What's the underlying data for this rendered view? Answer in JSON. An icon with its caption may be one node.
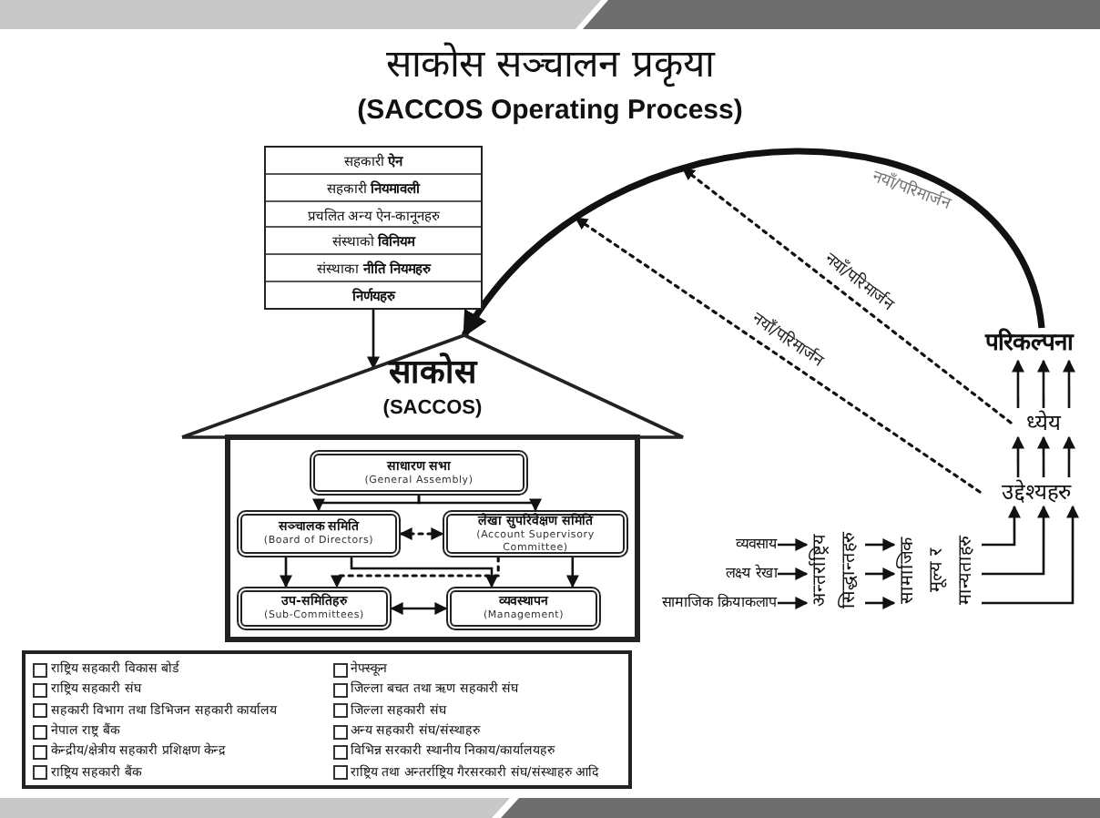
{
  "diagram": {
    "title": "साकोस सञ्चालन प्रकृया",
    "nodes": [
      {
        "text": [
          "सहकारी **ऐन**",
          "सहकारी **नियमावली**",
          "प्रचलित अन्य ऐन-कानूनहरु",
          "संस्थाको **विनियम**",
          "संस्थाका **नीति नियमहरु**",
          "**निर्णयहरु**"
        ]
      },
      {
        "text": [
          "साकोस",
          "(SACCOS)"
        ]
      },
      {
        "text": [
          "साधारण सभा",
          "(General Assembly)"
        ],
        "in": 1
      },
      {
        "text": [
          "सञ्चालक समिति",
          "(Board of Directors)"
        ],
        "in": 1
      },
      {
        "text": [
          "लेखा सुपरिवेक्षण समिति",
          "(Account Supervisory Committee)"
        ],
        "in": 1
      },
      {
        "text": [
          "उप-समितिहरु",
          "(Sub-Committees)"
        ],
        "in": 1
      },
      {
        "text": [
          "व्यवस्थापन",
          "(Management)"
        ],
        "in": 1
      },
      {
        "text": [
          "व्यवसाय"
        ]
      },
      {
        "text": [
          "लक्ष्य रेखा"
        ]
      },
      {
        "text": [
          "सामाजिक क्रियाकलाप"
        ]
      },
      {
        "text": [
          "अन्तर्राष्ट्रिय",
          "सिद्धान्तहरु"
        ]
      },
      {
        "text": [
          "सामाजिक",
          "मूल्य र",
          "मान्यताहरु"
        ]
      },
      {
        "text": [
          "उद्देश्यहरु"
        ]
      },
      {
        "text": [
          "ध्येय"
        ]
      },
      {
        "text": [
          "परिकल्पना"
        ]
      },
      {
        "text": [
          "राष्ट्रिय सहकारी विकास बोर्ड",
          "नेफ्स्कून",
          "राष्ट्रिय सहकारी संघ",
          "जिल्ला बचत तथा ऋण सहकारी संघ",
          "सहकारी विभाग तथा डिभिजन सहकारी कार्यालय",
          "जिल्ला सहकारी संघ",
          "नेपाल राष्ट्र बैंक",
          "अन्य सहकारी संघ/संस्थाहरु",
          "केन्द्रीय/क्षेत्रीय सहकारी प्रशिक्षण केन्द्र",
          "विभिन्न सरकारी स्थानीय निकाय/कार्यालयहरु",
          "राष्ट्रिय सहकारी बैंक",
          "राष्ट्रिय तथा अन्तर्राष्ट्रिय गैरसरकारी संघ/संस्थाहरु आदि"
        ]
      }
    ],
    "edges": [
      {
        "from": 0,
        "to": 1,
        "arrow": "to"
      },
      {
        "from": 14,
        "to": 1,
        "arrow": "to",
        "style": "thick",
        "label": "नयाँ/परिमार्जन"
      },
      {
        "from": 2,
        "to": 3,
        "arrow": "to"
      },
      {
        "from": 2,
        "to": 4,
        "arrow": "to"
      },
      {
        "from": 3,
        "to": 4,
        "arrow": "both",
        "style": "dashed"
      },
      {
        "from": 3,
        "to": 5,
        "arrow": "to"
      },
      {
        "from": 3,
        "to": 6,
        "arrow": "to"
      },
      {
        "from": 4,
        "to": 5,
        "arrow": "to",
        "style": "dashed"
      },
      {
        "from": 4,
        "to": 6,
        "arrow": "to"
      },
      {
        "from": 5,
        "to": 6,
        "arrow": "both"
      },
      {
        "from": 7,
        "to": 10,
        "arrow": "to"
      },
      {
        "from": 8,
        "to": 10,
        "arrow": "to"
      },
      {
        "from": 9,
        "to": 10,
        "arrow": "to"
      },
      {
        "from": 10,
        "to": 11,
        "arrow": "to"
      },
      {
        "from": 10,
        "to": 11,
        "arrow": "to"
      },
      {
        "from": 10,
        "to": 11,
        "arrow": "to"
      },
      {
        "from": 11,
        "to": 12,
        "arrow": "to"
      },
      {
        "from": 11,
        "to": 12,
        "arrow": "to"
      },
      {
        "from": 11,
        "to": 12,
        "arrow": "to"
      },
      {
        "from": 12,
        "to": 13,
        "arrow": "to"
      },
      {
        "from": 12,
        "to": 13,
        "arrow": "to"
      },
      {
        "from": 12,
        "to": 13,
        "arrow": "to"
      },
      {
        "from": 13,
        "to": 14,
        "arrow": "to"
      },
      {
        "from": 13,
        "to": 14,
        "arrow": "to"
      },
      {
        "from": 13,
        "to": 14,
        "arrow": "to"
      },
      {
        "from": 13,
        "to": null,
        "arrow": "to",
        "style": "dashed",
        "label": "नयाँ/परिमार्जन"
      },
      {
        "from": 12,
        "to": null,
        "arrow": "to",
        "style": "dashed",
        "label": "नयाँ/परिमार्जन"
      }
    ],
    "labels": [
      "(SACCOS Operating Process)"
    ]
  }
}
